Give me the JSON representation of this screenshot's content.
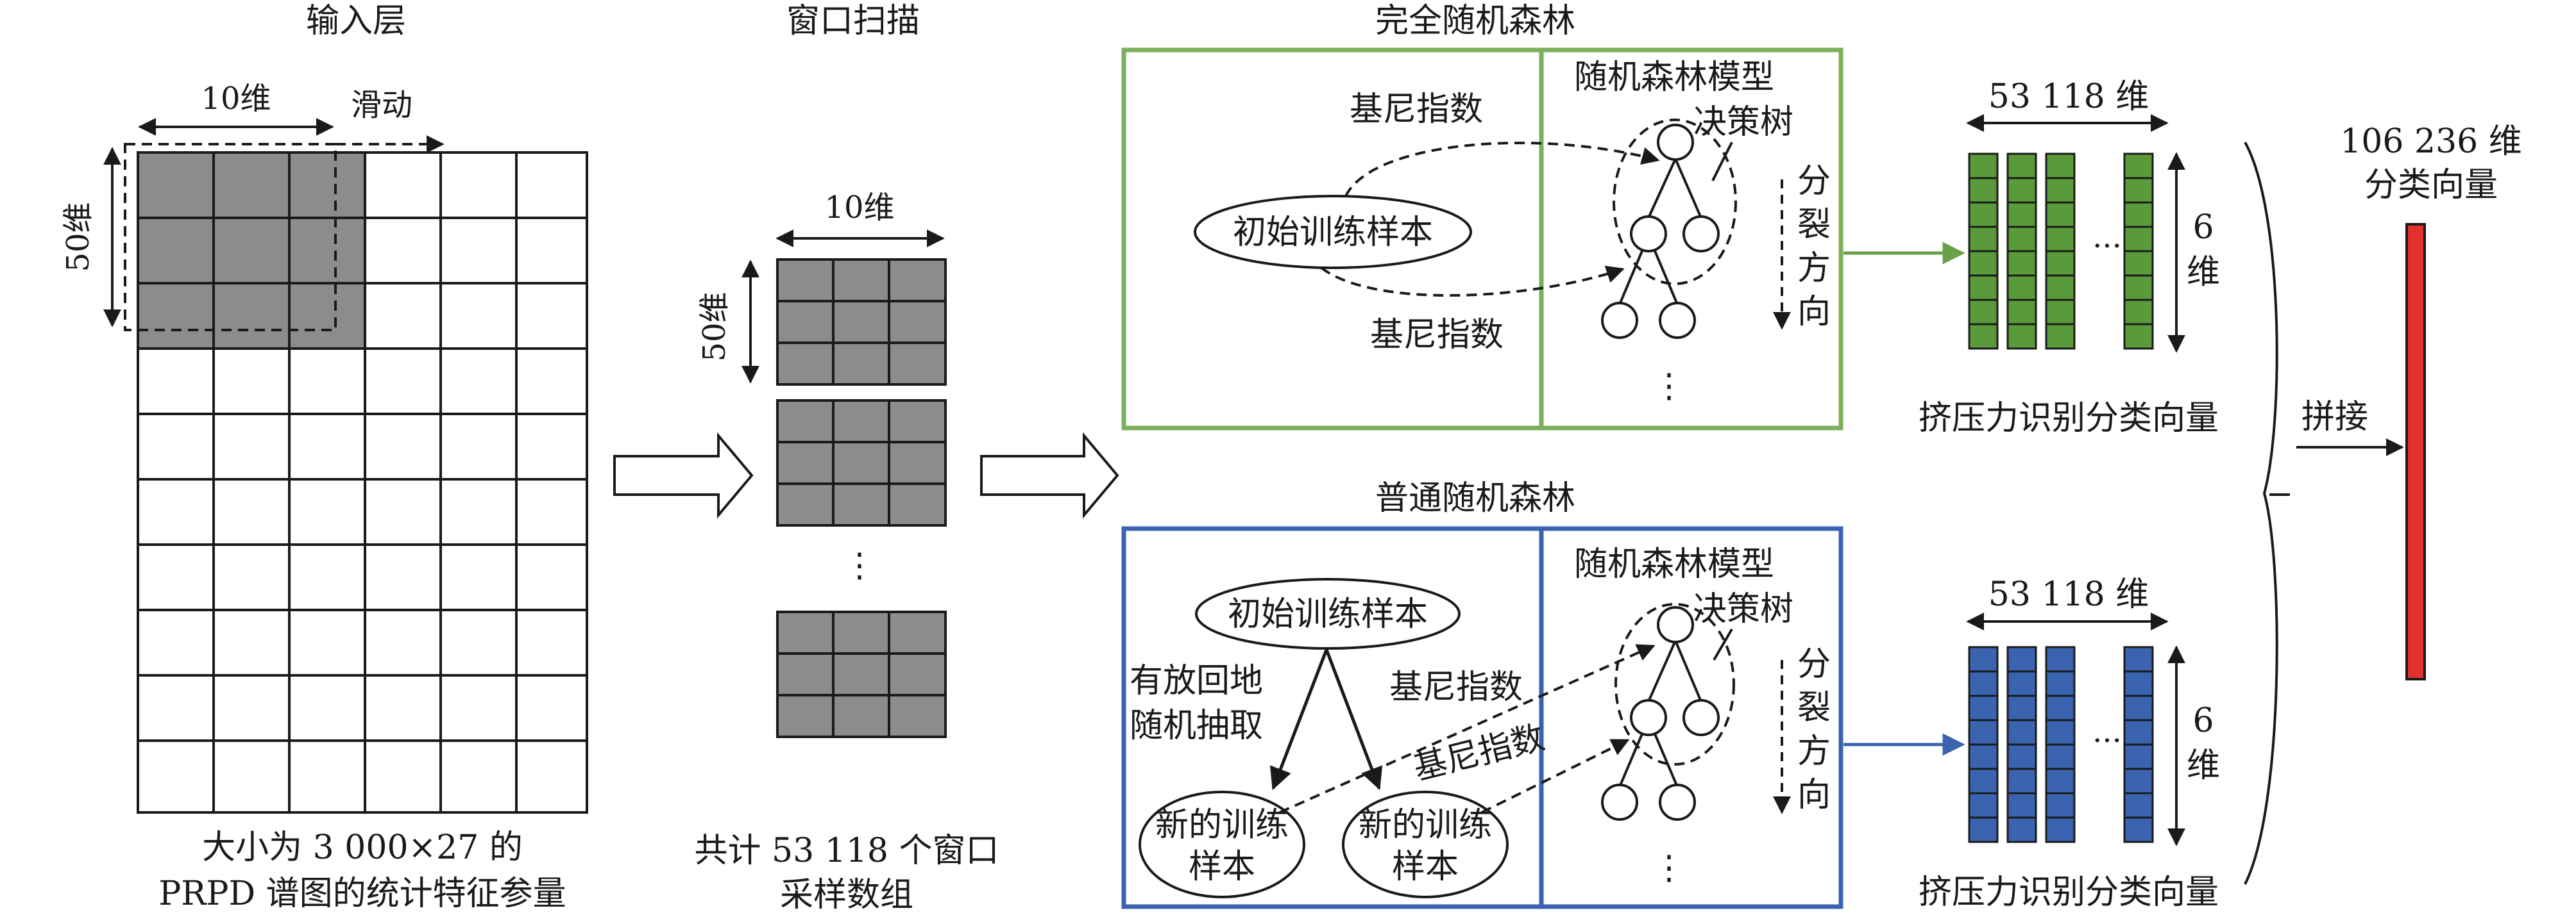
{
  "input_layer": {
    "title": "输入层",
    "width_label": "10维",
    "slide_label": "滑动",
    "height_label": "50维",
    "caption_line1": "大小为 3 000×27 的",
    "caption_line2": "PRPD 谱图的统计特征参量"
  },
  "window_scan": {
    "title": "窗口扫描",
    "width_label": "10维",
    "height_label": "50维",
    "ellipsis": "⋮",
    "caption_line1": "共计 53 118 个窗口",
    "caption_line2": "采样数组"
  },
  "complete_rf": {
    "title": "完全随机森林",
    "gini_top": "基尼指数",
    "gini_bottom": "基尼指数",
    "sample": "初始训练样本",
    "model_label": "随机森林模型",
    "tree_label": "决策树",
    "split_chars": [
      "分",
      "裂",
      "方",
      "向"
    ],
    "ellipsis": "⋮"
  },
  "normal_rf": {
    "title": "普通随机森林",
    "sample": "初始训练样本",
    "bootstrap_line1": "有放回地",
    "bootstrap_line2": "随机抽取",
    "gini_1": "基尼指数",
    "gini_2": "基尼指数",
    "new_sample_1_line1": "新的训练",
    "new_sample_1_line2": "样本",
    "new_sample_2_line1": "新的训练",
    "new_sample_2_line2": "样本",
    "model_label": "随机森林模型",
    "tree_label": "决策树",
    "split_chars": [
      "分",
      "裂",
      "方",
      "向"
    ],
    "ellipsis": "⋮"
  },
  "vectors_top": {
    "dim_label": "53 118 维",
    "six_label": "6",
    "wei_label": "维",
    "dots": "···",
    "caption": "挤压力识别分类向量",
    "color": "#5a9a3a"
  },
  "vectors_bottom": {
    "dim_label": "53 118 维",
    "six_label": "6",
    "wei_label": "维",
    "dots": "···",
    "caption": "挤压力识别分类向量",
    "color": "#3a64b0"
  },
  "concat": {
    "label": "拼接",
    "result_line1": "106 236 维",
    "result_line2": "分类向量",
    "bar_color": "#e53030"
  },
  "colors": {
    "green_box": "#7ab05a",
    "blue_box": "#3a64b0",
    "gray_cell": "#8c8c8c"
  }
}
